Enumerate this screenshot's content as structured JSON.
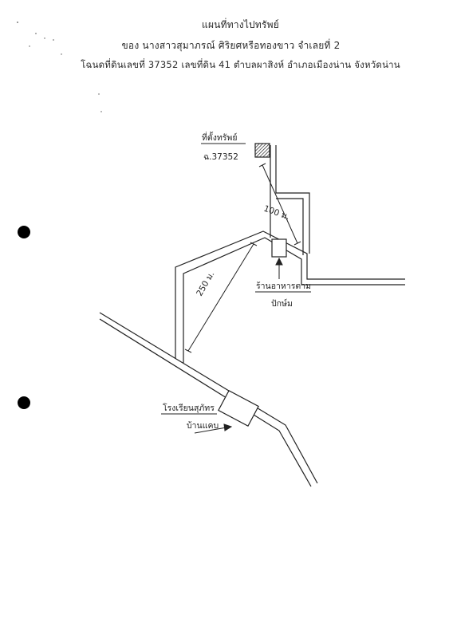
{
  "header": {
    "title": "แผนที่ทางไปทรัพย์",
    "owner_line": "ของ นางสาวสุมาภรณ์  ศิริยศหรือทองขาว  จำเลยที่ 2",
    "deed_line": "โฉนดที่ดินเลขที่  37352  เลขที่ดิน 41 ตำบลผาสิงห์  อำเภอเมืองน่าน  จังหวัดน่าน"
  },
  "map": {
    "property_label": "ที่ตั้งทรัพย์",
    "deed_ref": "ฉ.37352",
    "distance_near": "100 ม.",
    "distance_far": "250 ม.",
    "landmark_shop_line1": "ร้านอาหารตาม",
    "landmark_shop_line2": "ปักษ์ม",
    "landmark_school_line1": "โรงเรียนสุภัทร",
    "landmark_school_line2": "บ้านแคบ"
  }
}
